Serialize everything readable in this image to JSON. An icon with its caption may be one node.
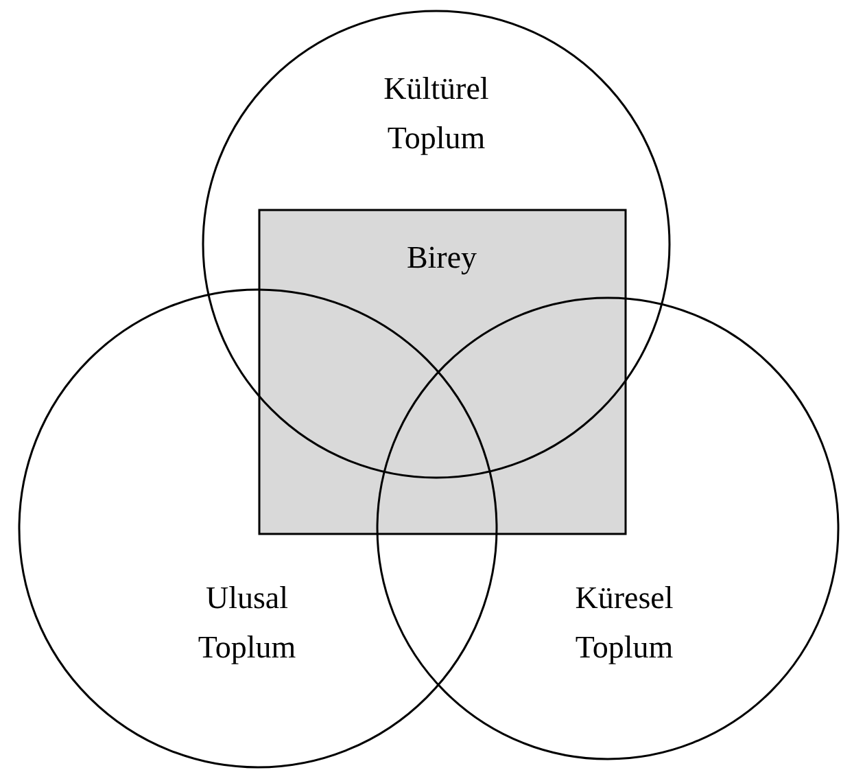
{
  "diagram": {
    "nodes": [
      {
        "text": [
          "Kültürel Toplum"
        ]
      },
      {
        "text": [
          "Birey"
        ]
      },
      {
        "text": [
          "Ulusal Toplum"
        ]
      },
      {
        "text": [
          "Küresel Toplum"
        ]
      }
    ]
  }
}
